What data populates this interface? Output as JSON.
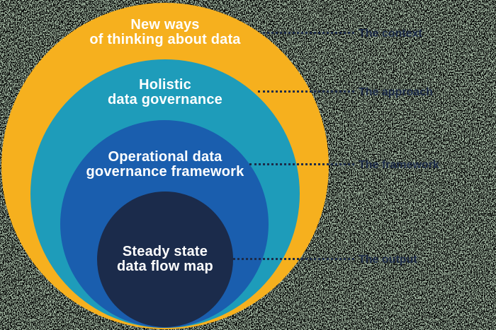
{
  "diagram": {
    "rings": [
      {
        "name": "context",
        "lines": [
          "New ways",
          "of thinking about data"
        ],
        "fill": "#F6B01E",
        "annotation": "The context"
      },
      {
        "name": "approach",
        "lines": [
          "Holistic",
          "data governance"
        ],
        "fill": "#1E9CBA",
        "annotation": "The approach"
      },
      {
        "name": "framework",
        "lines": [
          "Operational data",
          "governance framework"
        ],
        "fill": "#1A5EAE",
        "annotation": "The framework"
      },
      {
        "name": "output",
        "lines": [
          "Steady state",
          "data flow map"
        ],
        "fill": "#1B2B4B",
        "annotation": "The output"
      }
    ],
    "circle_text_color": "#FFFFFF",
    "annotation_color": "#1C2B49",
    "background_noise_colors": [
      "#000000",
      "#5C7A5C"
    ]
  }
}
